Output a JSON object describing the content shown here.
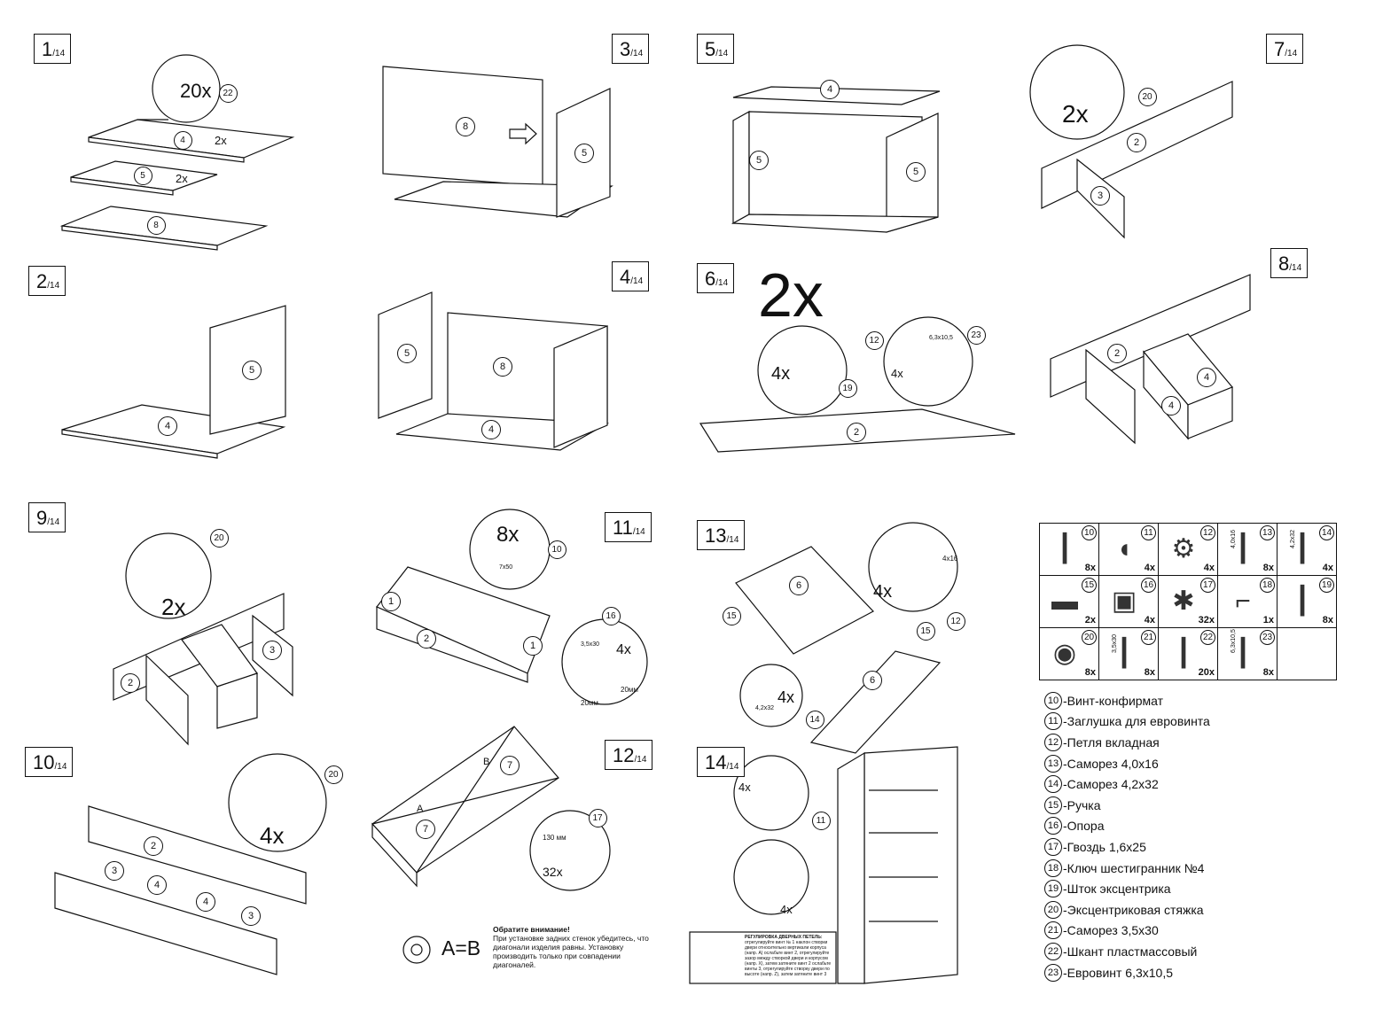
{
  "steps": [
    {
      "num": "1",
      "total": "/14"
    },
    {
      "num": "2",
      "total": "/14"
    },
    {
      "num": "3",
      "total": "/14"
    },
    {
      "num": "4",
      "total": "/14"
    },
    {
      "num": "5",
      "total": "/14"
    },
    {
      "num": "6",
      "total": "/14"
    },
    {
      "num": "7",
      "total": "/14"
    },
    {
      "num": "8",
      "total": "/14"
    },
    {
      "num": "9",
      "total": "/14"
    },
    {
      "num": "10",
      "total": "/14"
    },
    {
      "num": "11",
      "total": "/14"
    },
    {
      "num": "12",
      "total": "/14"
    },
    {
      "num": "13",
      "total": "/14"
    },
    {
      "num": "14",
      "total": "/14"
    }
  ],
  "step_texts": {
    "s1_20x": "20x",
    "s1_22": "22",
    "s1_p4": "4",
    "s1_p4x": "2x",
    "s1_p5": "5",
    "s1_p5x": "2x",
    "s1_p8": "8",
    "s2_p5": "5",
    "s2_p4": "4",
    "s3_p8": "8",
    "s3_p5": "5",
    "s4_p5": "5",
    "s4_p8": "8",
    "s4_p4": "4",
    "s5_p4": "4",
    "s5_p5a": "5",
    "s5_p5b": "5",
    "s6_big": "2x",
    "s6_4x": "4x",
    "s6_19": "19",
    "s6_12": "12",
    "s6_23": "23",
    "s6_4xb": "4x",
    "s6_dim": "6,3x10,5",
    "s6_p2": "2",
    "s7_20": "20",
    "s7_2x": "2x",
    "s7_p2": "2",
    "s7_p3": "3",
    "s8_p2": "2",
    "s8_p4a": "4",
    "s8_p4b": "4",
    "s9_20": "20",
    "s9_2x": "2x",
    "s9_p2": "2",
    "s9_p3": "3",
    "s10_20": "20",
    "s10_4x": "4x",
    "s10_p2": "2",
    "s10_p3a": "3",
    "s10_p4a": "4",
    "s10_p4b": "4",
    "s10_p3b": "3",
    "s11_8x": "8x",
    "s11_10": "10",
    "s11_7x50": "7x50",
    "s11_p1a": "1",
    "s11_p2": "2",
    "s11_p1b": "1",
    "s11_16": "16",
    "s11_4x": "4x",
    "s11_20a": "20мм",
    "s11_20b": "20мм",
    "s11_35": "3,5x30",
    "s12_p7a": "7",
    "s12_p7b": "7",
    "s12_A": "A",
    "s12_B": "B",
    "s12_17": "17",
    "s12_32x": "32x",
    "s12_130": "130 мм",
    "s13_p6a": "6",
    "s13_p6b": "6",
    "s13_15a": "15",
    "s13_15b": "15",
    "s13_4x": "4x",
    "s13_12": "12",
    "s13_4xb": "4x",
    "s13_14": "14",
    "s13_dim1": "4x16",
    "s13_dim2": "4,2x32",
    "s14_4x": "4x",
    "s14_11": "11",
    "s14_4xb": "4x",
    "ab": "A=B",
    "note_head": "Обратите внимание!",
    "note_body": "При установке задних стенок убедитесь, что диагонали изделия равны. Установку производить только при совпадении диагоналей.",
    "mount_head": "РЕГУЛИРОВКА ДВЕРНЫХ ПЕТЕЛЬ:",
    "mount_body": "отрегулируйте винт № 1 наклон створки двери относительно вертикали корпуса (напр. А) ослабьте винт 2, отрегулируйте зазор между створкой двери и корпусом (напр. Х), затем затяните винт 2 ослабьте винты 3, отрегулируйте створку двери по высоте (напр. Z), затем затяните винт 3"
  },
  "hardware": [
    {
      "num": "10",
      "qty": "8x",
      "icon": "screw-long"
    },
    {
      "num": "11",
      "qty": "4x",
      "icon": "cap"
    },
    {
      "num": "12",
      "qty": "4x",
      "icon": "hinge"
    },
    {
      "num": "13",
      "qty": "8x",
      "icon": "screw",
      "dim": "4,0x16"
    },
    {
      "num": "14",
      "qty": "4x",
      "icon": "screw",
      "dim": "4,2x32"
    },
    {
      "num": "15",
      "qty": "2x",
      "icon": "handle"
    },
    {
      "num": "16",
      "qty": "4x",
      "icon": "foot"
    },
    {
      "num": "17",
      "qty": "32x",
      "icon": "nails"
    },
    {
      "num": "18",
      "qty": "1x",
      "icon": "hex-key"
    },
    {
      "num": "19",
      "qty": "8x",
      "icon": "eccentric-rod"
    },
    {
      "num": "20",
      "qty": "8x",
      "icon": "eccentric"
    },
    {
      "num": "21",
      "qty": "8x",
      "icon": "screw",
      "dim": "3,5x30"
    },
    {
      "num": "22",
      "qty": "20x",
      "icon": "dowel"
    },
    {
      "num": "23",
      "qty": "8x",
      "icon": "screw-short",
      "dim": "6,3x10,5"
    }
  ],
  "parts": [
    {
      "num": "10",
      "name": "-Винт-конфирмат"
    },
    {
      "num": "11",
      "name": "-Заглушка для евровинта"
    },
    {
      "num": "12",
      "name": "-Петля вкладная"
    },
    {
      "num": "13",
      "name": "-Саморез 4,0x16"
    },
    {
      "num": "14",
      "name": "-Саморез 4,2x32"
    },
    {
      "num": "15",
      "name": "-Ручка"
    },
    {
      "num": "16",
      "name": "-Опора"
    },
    {
      "num": "17",
      "name": "-Гвоздь 1,6x25"
    },
    {
      "num": "18",
      "name": "-Ключ шестигранник №4"
    },
    {
      "num": "19",
      "name": "-Шток эксцентрика"
    },
    {
      "num": "20",
      "name": "-Эксцентриковая стяжка"
    },
    {
      "num": "21",
      "name": "-Саморез 3,5x30"
    },
    {
      "num": "22",
      "name": "-Шкант пластмассовый"
    },
    {
      "num": "23",
      "name": "-Евровинт 6,3x10,5"
    }
  ]
}
